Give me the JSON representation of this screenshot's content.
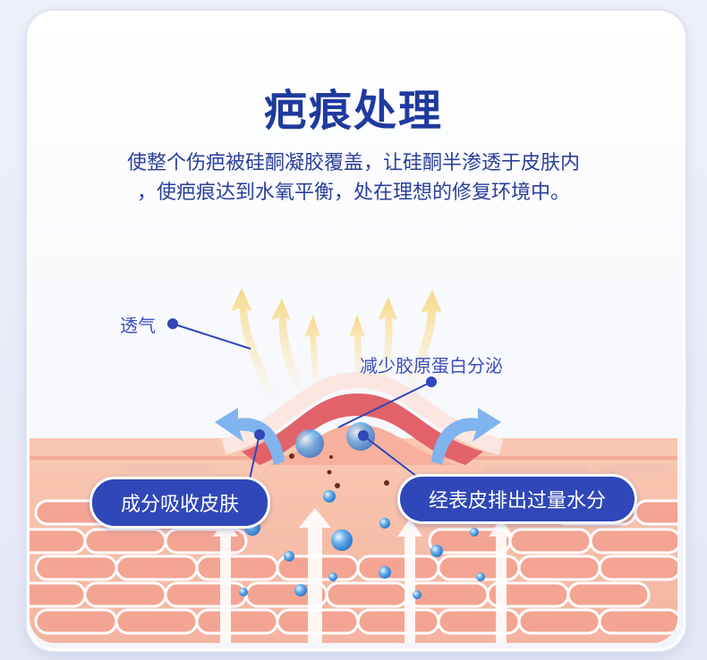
{
  "title": "疤痕处理",
  "description": {
    "line1": "使整个伤疤被硅酮凝胶覆盖，让硅酮半渗透于皮肤内",
    "line2": "，使疤痕达到水氧平衡，处在理想的修复环境中。"
  },
  "labels": {
    "breathable": "透气",
    "reduce_collagen": "减少胶原蛋白分泌",
    "absorb": "成分吸收皮肤",
    "expel_water": "经表皮排出过量水分"
  },
  "colors": {
    "accent": "#2f47b8",
    "title": "#1f3a9e",
    "skin": "#f4a88f",
    "scar": "#e2626a"
  }
}
